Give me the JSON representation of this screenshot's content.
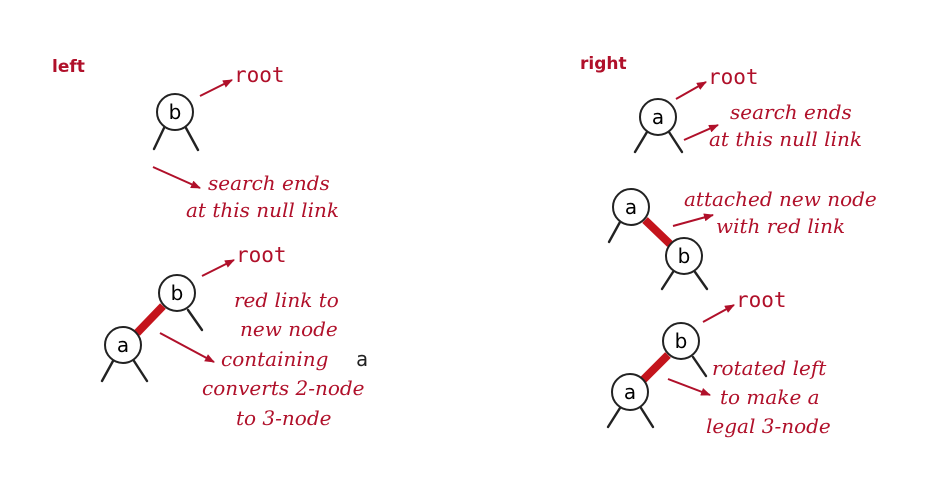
{
  "colors": {
    "accent": "#b0102a",
    "red_link": "#c4141c",
    "ink": "#222222"
  },
  "left": {
    "heading": "left",
    "root_label_1": "root",
    "node_b_1": "b",
    "annotation_1": [
      "search ends",
      "at this null link"
    ],
    "root_label_2": "root",
    "node_b_2": "b",
    "node_a_2": "a",
    "annotation_2_lines": [
      "red link to",
      "new node",
      "containing",
      "converts 2-node",
      "to 3-node"
    ],
    "annotation_2_key": "a"
  },
  "right": {
    "heading": "right",
    "root_label_1": "root",
    "node_a_1": "a",
    "annotation_1": [
      "search ends",
      "at this null link"
    ],
    "node_a_2": "a",
    "node_b_2": "b",
    "annotation_2": [
      "attached new node",
      "with red link"
    ],
    "root_label_3": "root",
    "node_b_3": "b",
    "node_a_3": "a",
    "annotation_3": [
      "rotated left",
      "to make a",
      "legal 3-node"
    ]
  }
}
